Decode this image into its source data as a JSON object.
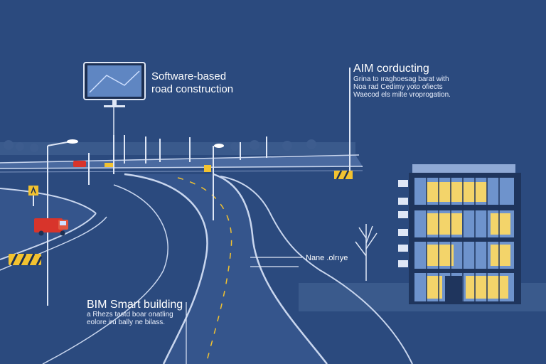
{
  "palette": {
    "background": "#2b4a7e",
    "road": "#35558c",
    "road_edge": "#c9d6ee",
    "building_glass": "#f3d46a",
    "warning": "#f2c230",
    "truck": "#d8342b"
  },
  "labels": {
    "software": {
      "line1": "Software-based",
      "line2": "road construction"
    },
    "aim": {
      "title": "AIM corducting",
      "desc1": "Grina to ıraghoesag barat with",
      "desc2": "Noa rad Cedimy yoto ofiects",
      "desc3": "Waecod els milte vroprogation."
    },
    "bim": {
      "title": "BIM Smart building",
      "desc1": "a Rhezs tastd boar onatling",
      "desc2": "eolore iru bally ne bilass."
    },
    "node": "Nane .olrıye"
  },
  "icons": [
    "monitor-icon",
    "warning-sign-icon",
    "truck-icon",
    "streetlight-icon",
    "barrier-icon",
    "tree-icon",
    "building-icon"
  ]
}
